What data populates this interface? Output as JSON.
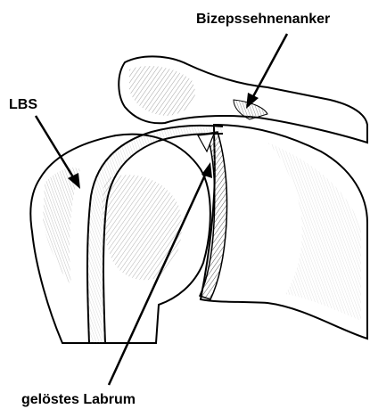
{
  "labels": {
    "biceps_anchor": "Bizepssehnenanker",
    "lbs": "LBS",
    "labrum": "gelöstes Labrum"
  },
  "colors": {
    "ink": "#000000",
    "paper": "#ffffff",
    "shade": "#5a5a5a"
  }
}
